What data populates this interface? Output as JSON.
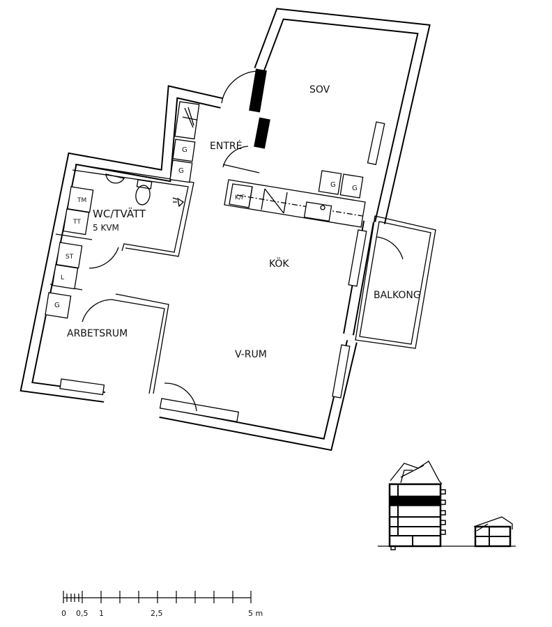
{
  "rooms": {
    "sov": "SOV",
    "entre": "ENTRÉ",
    "wc": "WC/TVÄTT",
    "wc_area": "5 KVM",
    "kok": "KÖK",
    "balkong": "BALKONG",
    "arbetsrum": "ARBETSRUM",
    "vrum": "V-RUM"
  },
  "fixtures": {
    "g": "G",
    "kf": "K/F",
    "tm": "TM",
    "tt": "TT",
    "st": "ST",
    "l": "L"
  },
  "scale_bar": {
    "labels": [
      "0",
      "0,5",
      "1",
      "2,5",
      "5 m"
    ]
  }
}
